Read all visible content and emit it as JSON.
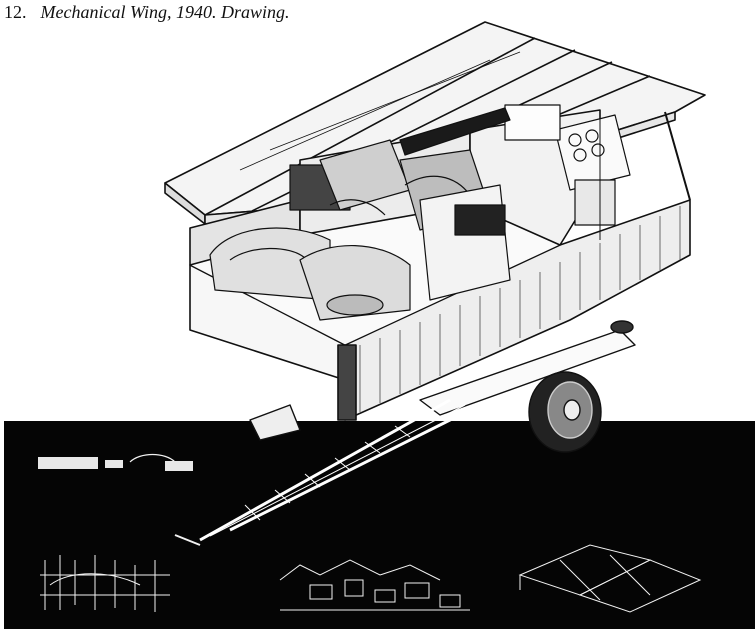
{
  "caption": {
    "number": "12.",
    "title": "Mechanical Wing, 1940. Drawing."
  },
  "colors": {
    "ink": "#111111",
    "paper": "#ffffff",
    "photo_band": "#050505"
  },
  "illustration": {
    "subject": "trailer-cutaway-drawing",
    "lower_band": "photomontage-strip"
  }
}
